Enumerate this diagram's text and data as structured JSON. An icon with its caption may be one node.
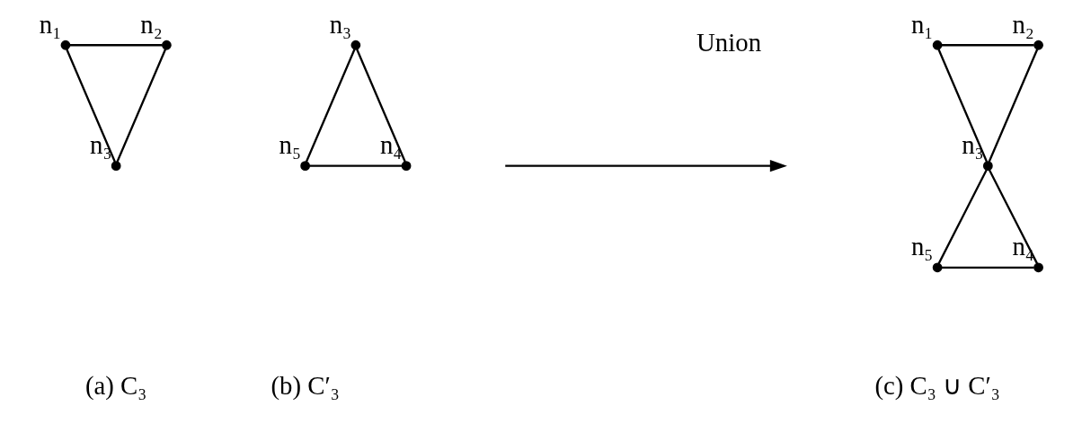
{
  "diagram": {
    "nodes": [
      {
        "text": [],
        "shape": "circle",
        "beside": [
          "n₁"
        ]
      },
      {
        "text": [],
        "shape": "circle",
        "beside": [
          "n₂"
        ]
      },
      {
        "text": [],
        "shape": "circle",
        "beside": [
          "n₃"
        ]
      },
      {
        "text": [],
        "shape": "circle",
        "beside": [
          "n₃"
        ]
      },
      {
        "text": [],
        "shape": "circle",
        "beside": [
          "n₅"
        ]
      },
      {
        "text": [],
        "shape": "circle",
        "beside": [
          "n₄"
        ]
      },
      {
        "text": [],
        "shape": "circle",
        "beside": [
          "n₁"
        ]
      },
      {
        "text": [],
        "shape": "circle",
        "beside": [
          "n₂"
        ]
      },
      {
        "text": [],
        "shape": "circle",
        "beside": [
          "n₃"
        ]
      },
      {
        "text": [],
        "shape": "circle",
        "beside": [
          "n₅"
        ]
      },
      {
        "text": [],
        "shape": "circle",
        "beside": [
          "n₄"
        ]
      }
    ],
    "edges": [
      {
        "from": 0,
        "to": 1,
        "arrow": "none"
      },
      {
        "from": 0,
        "to": 2,
        "arrow": "none"
      },
      {
        "from": 1,
        "to": 2,
        "arrow": "none"
      },
      {
        "from": 3,
        "to": 4,
        "arrow": "none"
      },
      {
        "from": 3,
        "to": 5,
        "arrow": "none"
      },
      {
        "from": 4,
        "to": 5,
        "arrow": "none"
      },
      {
        "from": 6,
        "to": 7,
        "arrow": "none"
      },
      {
        "from": 6,
        "to": 8,
        "arrow": "none"
      },
      {
        "from": 7,
        "to": 8,
        "arrow": "none"
      },
      {
        "from": 8,
        "to": 9,
        "arrow": "none"
      },
      {
        "from": 8,
        "to": 10,
        "arrow": "none"
      },
      {
        "from": 9,
        "to": 10,
        "arrow": "none"
      }
    ],
    "labels": [
      "Union",
      "(a) C₃",
      "(b) C′₃",
      "(c) C₃ ∪ C′₃"
    ]
  }
}
